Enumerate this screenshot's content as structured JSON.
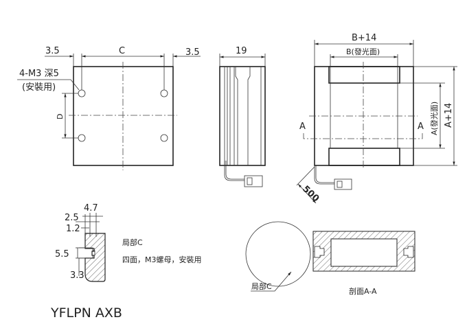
{
  "front_view": {
    "dim_left": "3.5",
    "dim_center": "C",
    "dim_right": "3.5",
    "dim_vertical": "D",
    "hole_note_line1": "4-M3 深5",
    "hole_note_line2": "(安裝用)"
  },
  "side_view": {
    "dim_width": "19"
  },
  "top_view": {
    "dim_outer_width": "B+14",
    "dim_light_width": "B(發光面)",
    "dim_light_height": "A(發光面)",
    "dim_outer_height": "A+14",
    "section_mark_left": "A",
    "section_mark_right": "A",
    "cable_length": "500"
  },
  "detail_c": {
    "dim_a": "4.7",
    "dim_b": "2.5",
    "dim_c": "1.2",
    "dim_d": "5.5",
    "dim_e": "3.3",
    "title": "局部C",
    "note": "四面，M3螺母，安裝用"
  },
  "section": {
    "detail_label": "局部C",
    "title": "剖面A-A"
  },
  "model": "YFLPN AXB"
}
